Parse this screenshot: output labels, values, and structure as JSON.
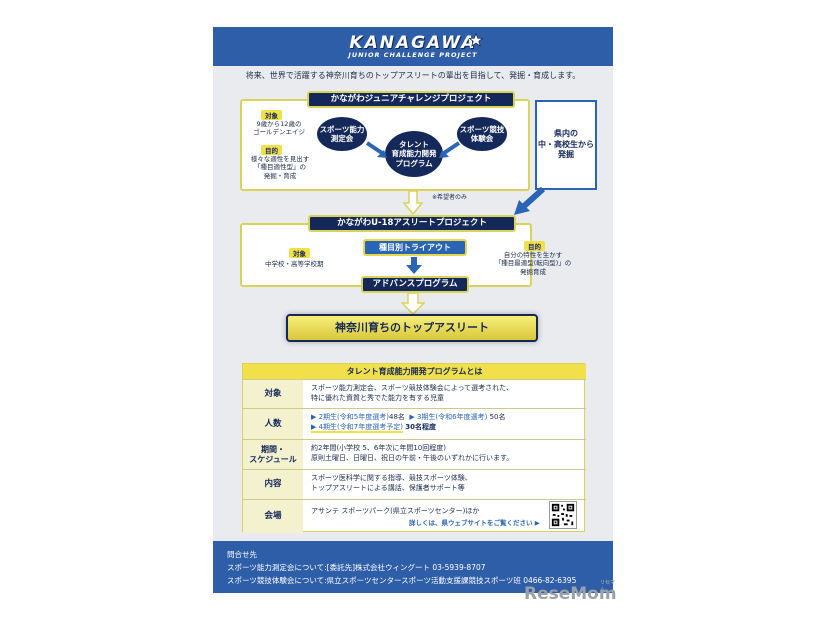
{
  "logo": {
    "main": "KANAGAWA",
    "sub": "JUNIOR CHALLENGE PROJECT"
  },
  "tagline": "将来、世界で活躍する神奈川育ちのトップアスリートの輩出を目指して、発掘・育成します。",
  "junior": {
    "title": "かながわジュニアチャレンジプロジェクト",
    "target_tag": "対象",
    "target_text": "9歳から12歳の\nゴールデンエイジ",
    "purpose_tag": "目的",
    "purpose_text": "様々な適性を見出す\n「種目適性型」の\n発掘・育成",
    "oval_left": "スポーツ能力\n測定会",
    "oval_right": "スポーツ競技\n体験会",
    "oval_center": "タレント\n育成能力開発\nプログラム",
    "note": "※希望者のみ"
  },
  "side_box": "県内の\n中・高校生から\n発掘",
  "u18": {
    "title": "かながわU-18アスリートプロジェクト",
    "target_tag": "対象",
    "target_text": "中学校・高等学校期",
    "purpose_tag": "目的",
    "purpose_text": "自分の特性を生かす\n「種目最適型(転向型)」の\n発掘育成",
    "tryout": "種目別トライアウト",
    "advance": "アドバンスプログラム"
  },
  "top_athlete": "神奈川育ちのトップアスリート",
  "program": {
    "title": "タレント育成能力開発プログラムとは",
    "rows": [
      {
        "head": "対象",
        "body": "スポーツ能力測定会、スポーツ競技体験会によって選考された、\n特に優れた資質と秀でた能力を有する児童"
      },
      {
        "head": "人数",
        "gen2": "▶ 2期生(令和5年度選考)",
        "gen2_count": "48名",
        "gen3": "▶ 3期生(令和6年度選考)",
        "gen3_count": "50名",
        "gen4": "▶ 4期生(令和7年度選考予定)",
        "gen4_count": "30名程度"
      },
      {
        "head": "期間・\nスケジュール",
        "body": "約2年間(小学校 5、6年次に年間10回程度)\n原則土曜日、日曜日、祝日の午前・午後のいずれかに行います。"
      },
      {
        "head": "内容",
        "body": "スポーツ医科学に関する指導、競技スポーツ体験、\nトップアスリートによる講話、保護者サポート等"
      },
      {
        "head": "会場",
        "body": "アサンテ スポーツパーク(県立スポーツセンター)ほか",
        "link": "詳しくは、県ウェブサイトをご覧ください ▶"
      }
    ]
  },
  "footer": {
    "title": "問合せ先",
    "line1": "スポーツ能力測定会について:[委託先]株式会社ウィングート 03-5939-8707",
    "line2": "スポーツ競技体験会について:県立スポーツセンタースポーツ活動支援課競技スポーツ班 0466-82-6395"
  },
  "watermark": {
    "main": "ReseMom",
    "sub": "リセマム"
  },
  "colors": {
    "navy": "#14285a",
    "blue": "#2e5ea8",
    "yellow": "#f2e04a"
  }
}
